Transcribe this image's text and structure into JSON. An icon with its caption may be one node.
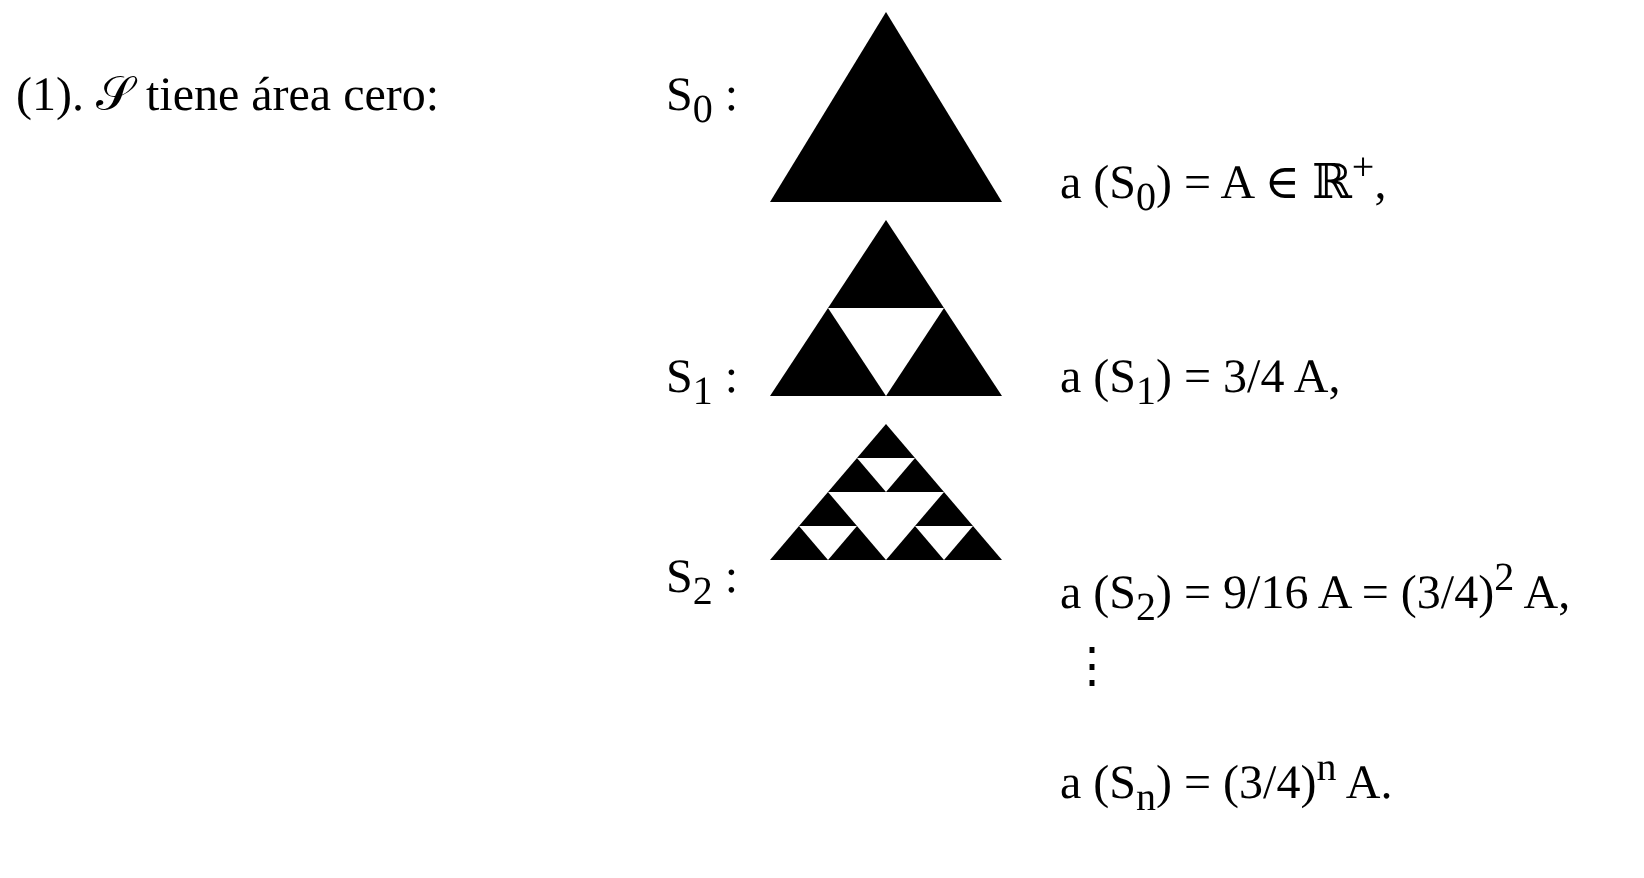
{
  "diagram": {
    "labels": [
      "(1). 𝒮 tiene área cero:",
      "S$_{0}$ :",
      "a (S$_{0}$) = A ∈ ℝ$^{+}$,",
      "S$_{1}$ :",
      "a (S$_{1}$) = 3/4 A,",
      "S$_{2}$ :",
      "a (S$_{2}$) = 9/16 A = (3/4)$^{2}$ A,",
      "⋮",
      "a (S$_{n}$) = (3/4)$^{n}$ A."
    ]
  }
}
